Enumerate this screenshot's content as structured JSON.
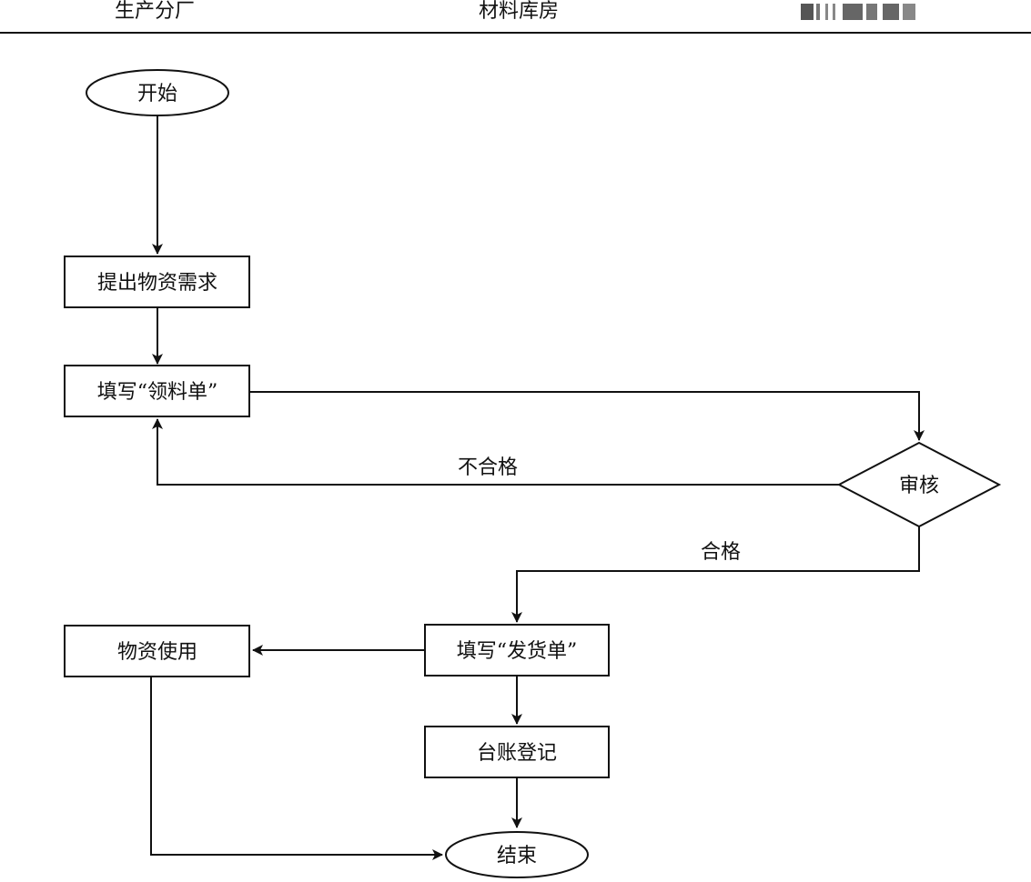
{
  "lanes": {
    "production": "生产分厂",
    "warehouse": "材料库房"
  },
  "nodes": {
    "start": "开始",
    "request": "提出物资需求",
    "fill_requisition": "填写“领料单”",
    "review": "审核",
    "fill_delivery": "填写“发货单”",
    "use_materials": "物资使用",
    "ledger": "台账登记",
    "end": "结束"
  },
  "edges": {
    "unqualified": "不合格",
    "qualified": "合格"
  }
}
